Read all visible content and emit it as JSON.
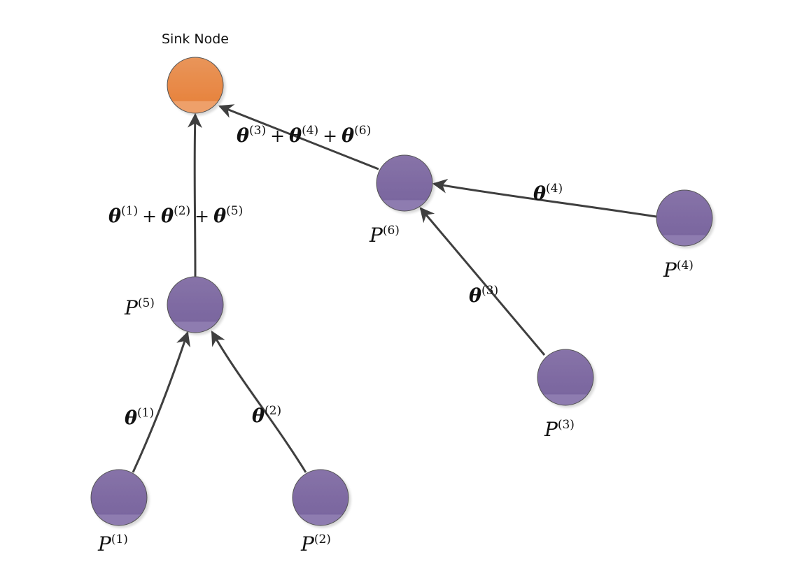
{
  "sink": {
    "label": "Sink Node",
    "color": "#e8894a"
  },
  "node_color": "#7f6aa3",
  "symbols": {
    "theta": "θ",
    "plus": "+",
    "P": "P"
  },
  "nodes": [
    {
      "id": "P1",
      "sup": "(1)"
    },
    {
      "id": "P2",
      "sup": "(2)"
    },
    {
      "id": "P3",
      "sup": "(3)"
    },
    {
      "id": "P4",
      "sup": "(4)"
    },
    {
      "id": "P5",
      "sup": "(5)"
    },
    {
      "id": "P6",
      "sup": "(6)"
    }
  ],
  "edges": [
    {
      "from": "P1",
      "to": "P5",
      "terms": [
        "(1)"
      ]
    },
    {
      "from": "P2",
      "to": "P5",
      "terms": [
        "(2)"
      ]
    },
    {
      "from": "P3",
      "to": "P6",
      "terms": [
        "(3)"
      ]
    },
    {
      "from": "P4",
      "to": "P6",
      "terms": [
        "(4)"
      ]
    },
    {
      "from": "P5",
      "to": "Sink",
      "terms": [
        "(1)",
        "(2)",
        "(5)"
      ]
    },
    {
      "from": "P6",
      "to": "Sink",
      "terms": [
        "(3)",
        "(4)",
        "(6)"
      ]
    }
  ]
}
